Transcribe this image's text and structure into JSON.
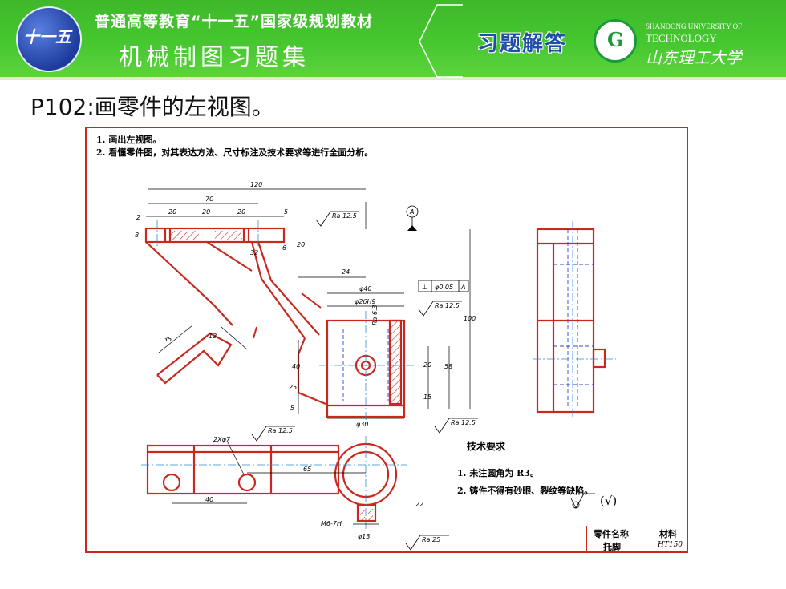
{
  "header": {
    "logo_text": "十一五",
    "series_title": "普通高等教育“十一五”国家级规划教材",
    "book_title": "机械制图习题集",
    "answers_label": "习题解答",
    "university_logo_glyph": "G",
    "university_en_line1": "SHANDONG UNIVERSITY OF",
    "university_en_line2": "TECHNOLOGY",
    "university_cn": "山东理工大学"
  },
  "page_title": "P102:画零件的左视图。",
  "drawing": {
    "instructions": [
      "1. 画出左视图。",
      "2. 看懂零件图，对其表达方法、尺寸标注及技术要求等进行全面分析。"
    ],
    "tech_requirements_title": "技术要求",
    "tech_requirements": [
      "1. 未注圆角为 R3。",
      "2. 铸件不得有砂眼、裂纹等缺陷。"
    ],
    "roughness_default": "(√)",
    "datum_label": "A",
    "tolerance": {
      "symbol": "⊥",
      "value": "φ0.05",
      "datum": "A"
    },
    "dimensions": {
      "d120": "120",
      "d70": "70",
      "d20a": "20",
      "d20b": "20",
      "d20c": "20",
      "d5": "5",
      "d2": "2",
      "d8": "8",
      "d32": "32",
      "d6": "6",
      "d20v": "20",
      "d24": "24",
      "d40dia": "φ40",
      "d26h9": "φ26H9",
      "d35": "35",
      "d12": "12",
      "d40": "40",
      "d25": "25",
      "d20w": "20",
      "d58": "58",
      "d100": "100",
      "d15": "15",
      "d5b": "5",
      "d30dia": "φ30",
      "holes": "2Xφ7",
      "d65": "65",
      "d40b": "40",
      "d22": "22",
      "thread": "M6-7H",
      "d13dia": "φ13"
    },
    "roughness": {
      "r1": "Ra 12.5",
      "r2": "Ra 12.5",
      "r3": "Ra 6.3",
      "r4": "Ra 12.5",
      "r5": "Ra 12.5",
      "r6": "Ra 25"
    }
  },
  "title_block": {
    "part_name_header": "零件名称",
    "material_header": "材料",
    "part_name": "托脚",
    "material": "HT150"
  },
  "colors": {
    "banner": "#46c72f",
    "border": "#c8281e",
    "center_line": "#2a8fd6",
    "hidden_line": "#3344cc"
  }
}
